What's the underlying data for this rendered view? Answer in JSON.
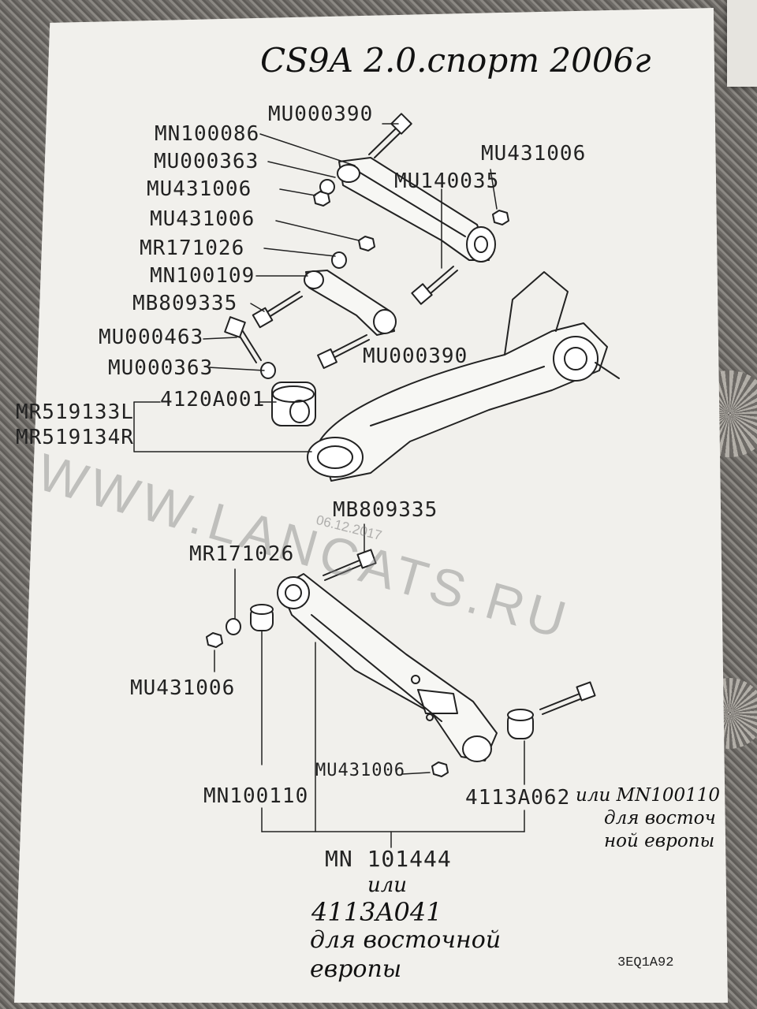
{
  "header": {
    "title": "CS9A 2.0.спорт 2006г"
  },
  "upper_labels": {
    "mu000390_a": "MU000390",
    "mn100086": "MN100086",
    "mu000363_a": "MU000363",
    "mu431006_a": "MU431006",
    "mu431006_b": "MU431006",
    "mu431006_c": "MU431006",
    "mu140035": "MU140035",
    "mr171026_a": "MR171026",
    "mn100109": "MN100109",
    "mb809335_a": "MB809335",
    "mu000463": "MU000463",
    "mu000390_b": "MU000390",
    "mu000363_b": "MU000363",
    "a4120a001": "4120A001",
    "mr519133l": "MR519133L",
    "mr519134r": "MR519134R"
  },
  "lower_labels": {
    "mb809335_b": "MB809335",
    "mr171026_b": "MR171026",
    "mu431006_d": "MU431006",
    "mu431006_e": "MU431006",
    "mn100110": "MN100110",
    "a4113a062": "4113A062",
    "mn101444": "MN 101444"
  },
  "handwritten": {
    "or_mn100110": "или MN100110",
    "for_east_1": "для восточ",
    "for_east_2": "ной европы",
    "or_2": "или",
    "a4113a041": "4113A041",
    "for_east_3": "для восточной",
    "for_east_4": "европы"
  },
  "watermark": {
    "text": "WWW.LANCATS.RU",
    "date": "06.12.2017"
  },
  "figure_code": "3EQ1A92",
  "colors": {
    "paper": "#f1f0ec",
    "ink": "#222222",
    "background": "#6d6a66"
  }
}
